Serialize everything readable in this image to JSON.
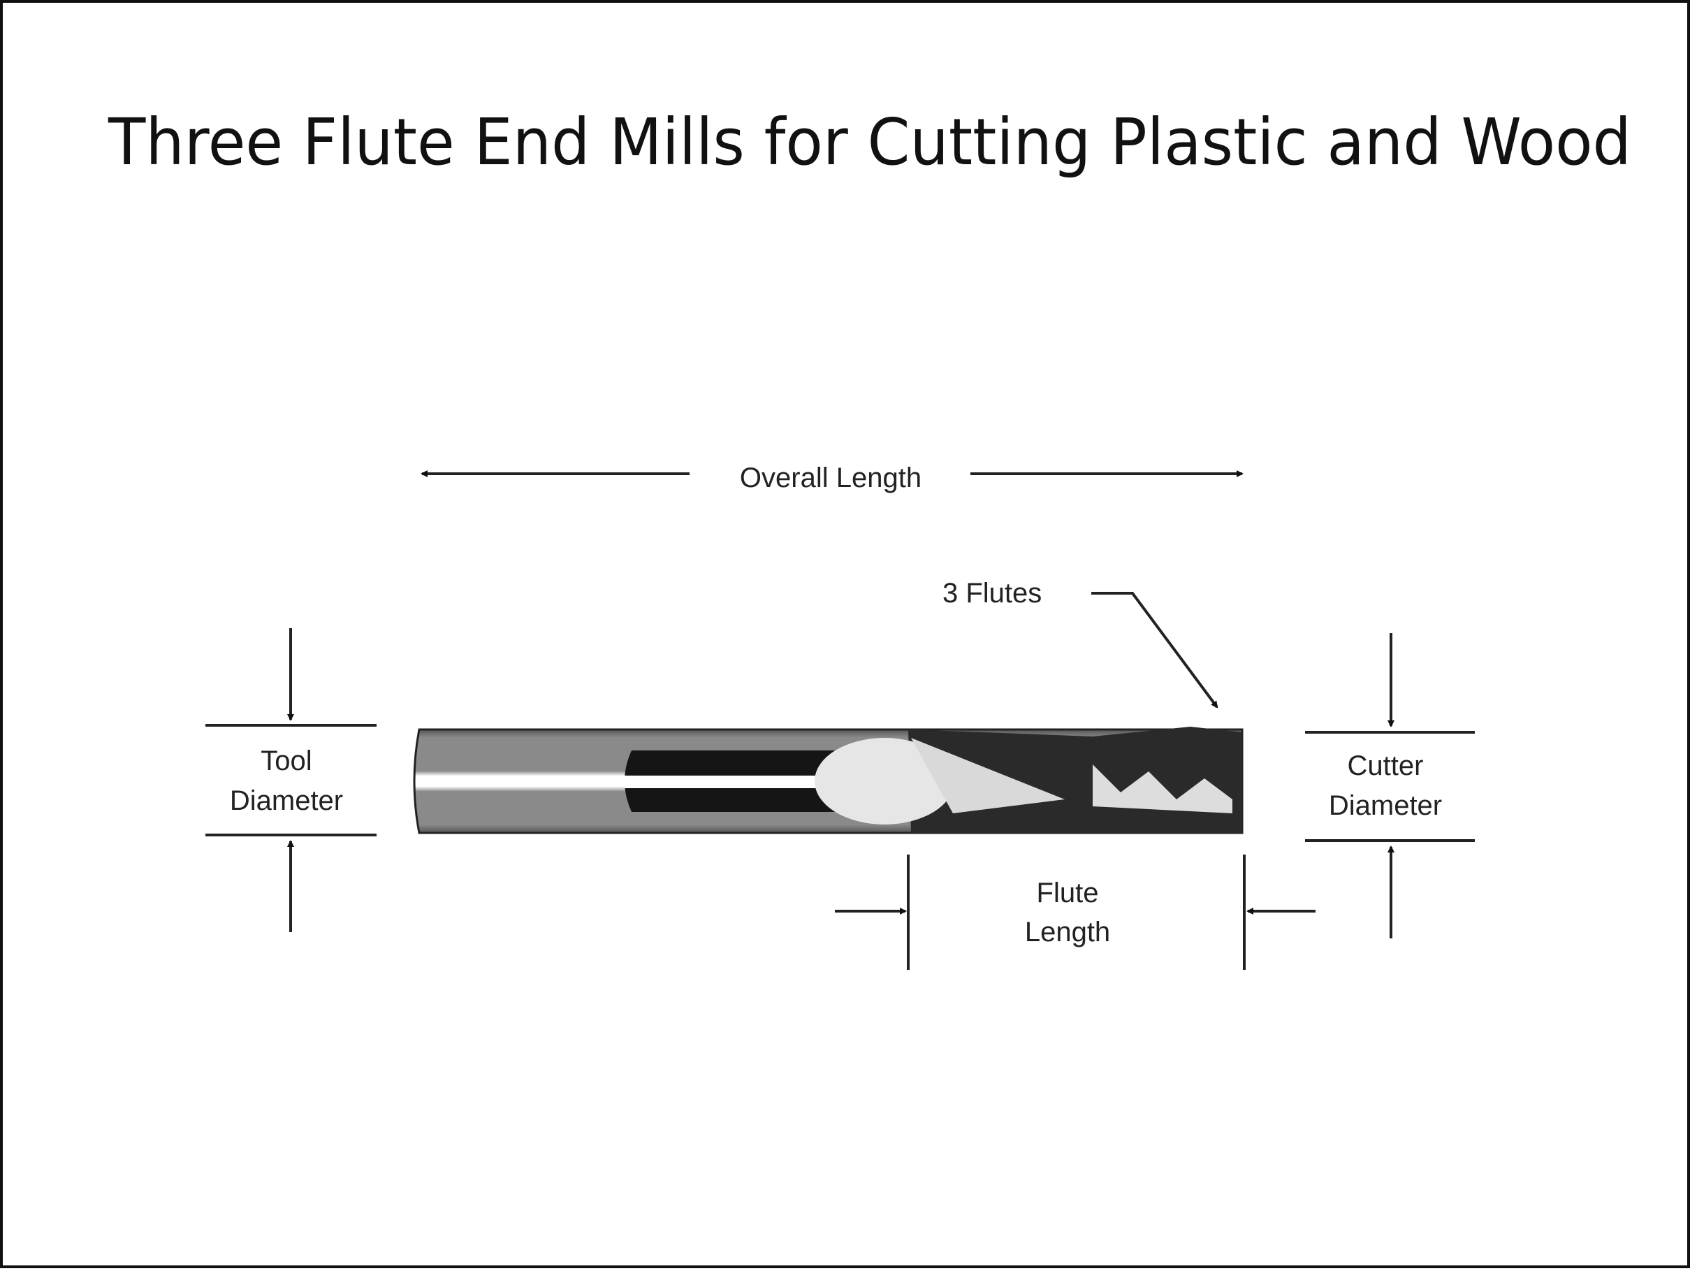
{
  "title": "Three Flute End Mills for Cutting Plastic and Wood",
  "labels": {
    "overall_length": "Overall Length",
    "flutes": "3 Flutes",
    "tool_diameter_1": "Tool",
    "tool_diameter_2": "Diameter",
    "cutter_diameter_1": "Cutter",
    "cutter_diameter_2": "Diameter",
    "flute_length_1": "Flute",
    "flute_length_2": "Length"
  }
}
